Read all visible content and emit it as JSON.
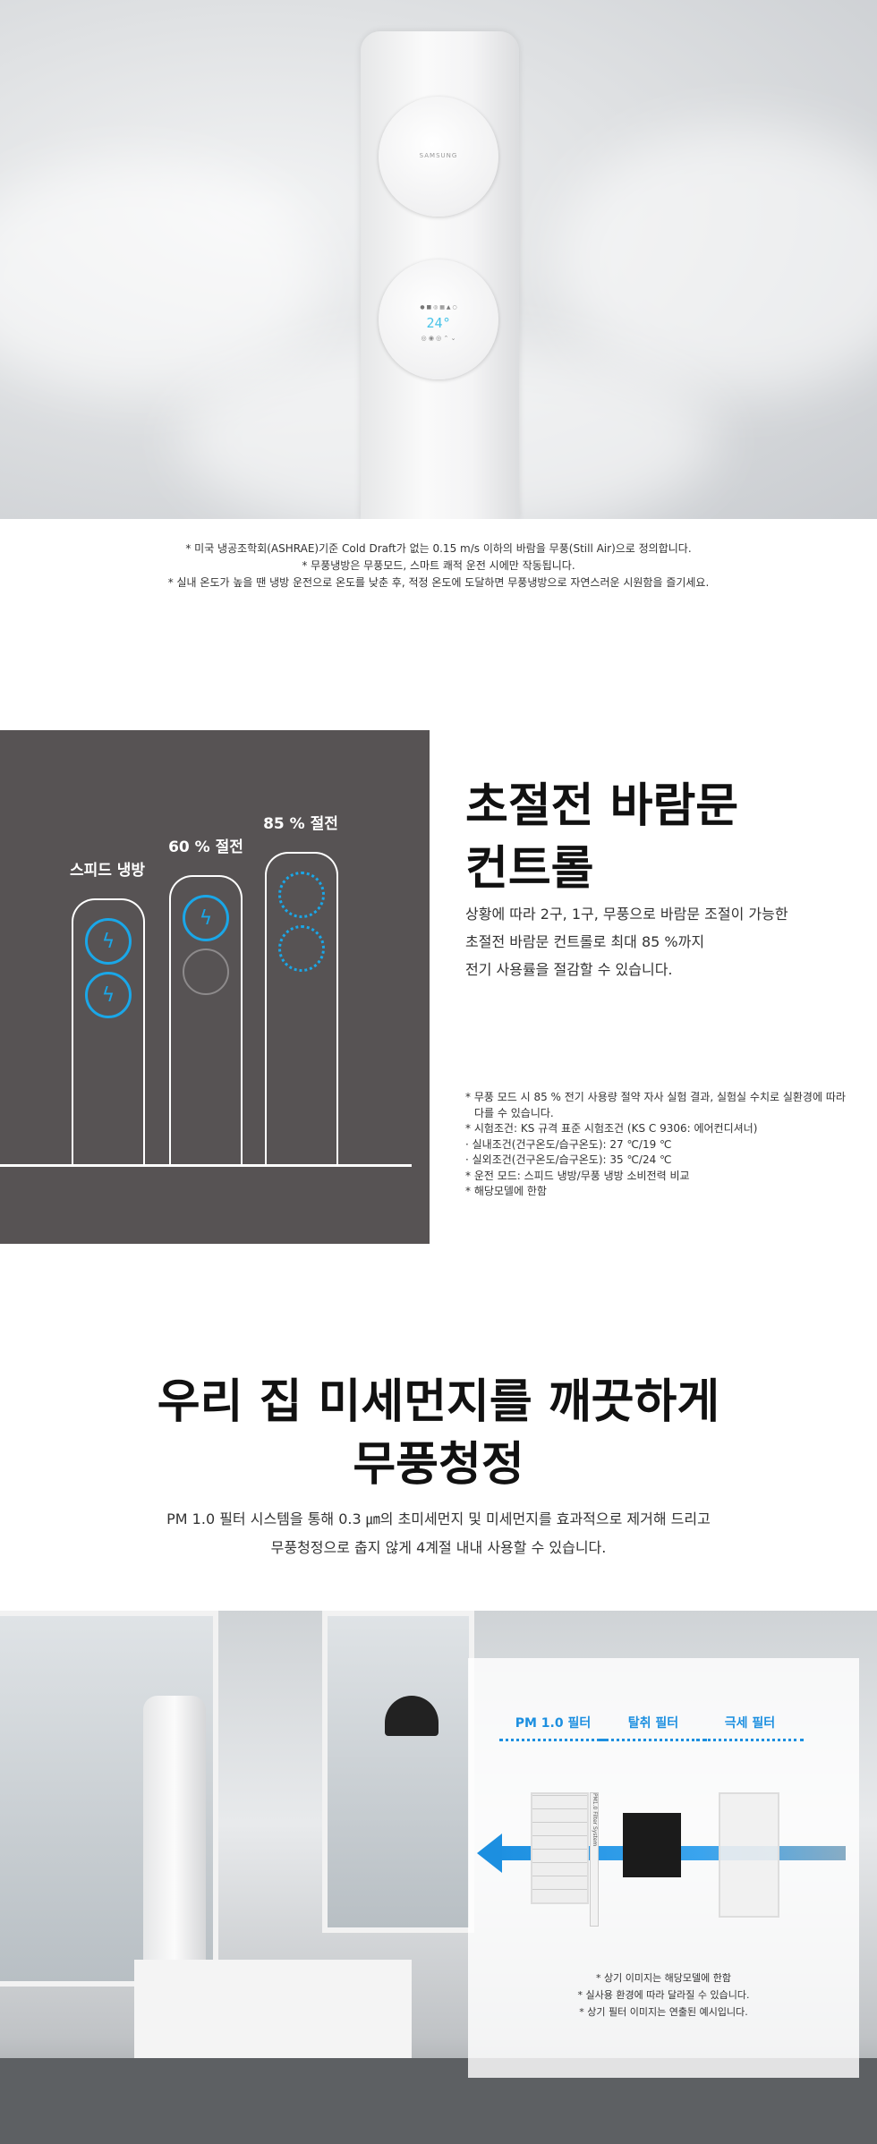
{
  "hero": {
    "unit_brand": "SAMSUNG",
    "display_temp": "24°",
    "display_icons": "● ■ ◎ ▦ ▲ ○",
    "display_buttons": "◎ ◉ ◎ ⌃ ⌄",
    "notes": [
      "* 미국 냉공조학회(ASHRAE)기준 Cold Draft가 없는 0.15 m/s 이하의 바람을 무풍(Still Air)으로 정의합니다.",
      "* 무풍냉방은 무풍모드, 스마트 쾌적 운전 시에만 작동됩니다.",
      "* 실내 온도가 높을 땐 냉방 운전으로 온도를 낮춘 후, 적정 온도에 도달하면 무풍냉방으로 자연스러운 시원함을 즐기세요."
    ]
  },
  "energy": {
    "graphic": {
      "bars": [
        {
          "label": "스피드 냉방",
          "savings_percent": 0
        },
        {
          "label": "60 % 절전",
          "savings_percent": 60
        },
        {
          "label": "85 % 절전",
          "savings_percent": 85
        }
      ],
      "accent_color": "#1aa7e8",
      "background_color": "#575354"
    },
    "title_lines": [
      "초절전 바람문",
      "컨트롤"
    ],
    "body_lines": [
      "상황에 따라 2구, 1구, 무풍으로 바람문 조절이 가능한",
      "초절전 바람문 컨트롤로 최대 85 %까지",
      "전기 사용률을 절감할 수 있습니다."
    ],
    "footnotes": [
      "* 무풍 모드 시 85 % 전기 사용량 절약 자사 실험 결과, 실험실 수치로 실환경에 따라",
      "  다를 수 있습니다.",
      "* 시험조건: KS 규격 표준 시험조건 (KS C 9306: 에어컨디셔너)",
      " · 실내조건(건구온도/습구온도): 27 ℃/19 ℃",
      " · 실외조건(건구온도/습구온도): 35 ℃/24 ℃",
      "* 운전 모드: 스피드 냉방/무풍 냉방 소비전력 비교",
      "* 해당모델에 한함"
    ]
  },
  "purify": {
    "title_lines": [
      "우리 집 미세먼지를 깨끗하게",
      "무풍청정"
    ],
    "body_lines": [
      "PM 1.0 필터 시스템을 통해 0.3 ㎛의 초미세먼지 및 미세먼지를 효과적으로 제거해 드리고",
      "무풍청정으로 춥지 않게 4계절 내내 사용할 수 있습니다."
    ],
    "filters": [
      "PM 1.0 필터",
      "탈취 필터",
      "극세 필터"
    ],
    "filter_print": "PM1.0 Filter System",
    "panel_notes": [
      "* 상기 이미지는 해당모델에 한함",
      "* 실사용 환경에 따라 달라질 수 있습니다.",
      "* 상기 필터 이미지는 연출된 예시입니다."
    ]
  }
}
